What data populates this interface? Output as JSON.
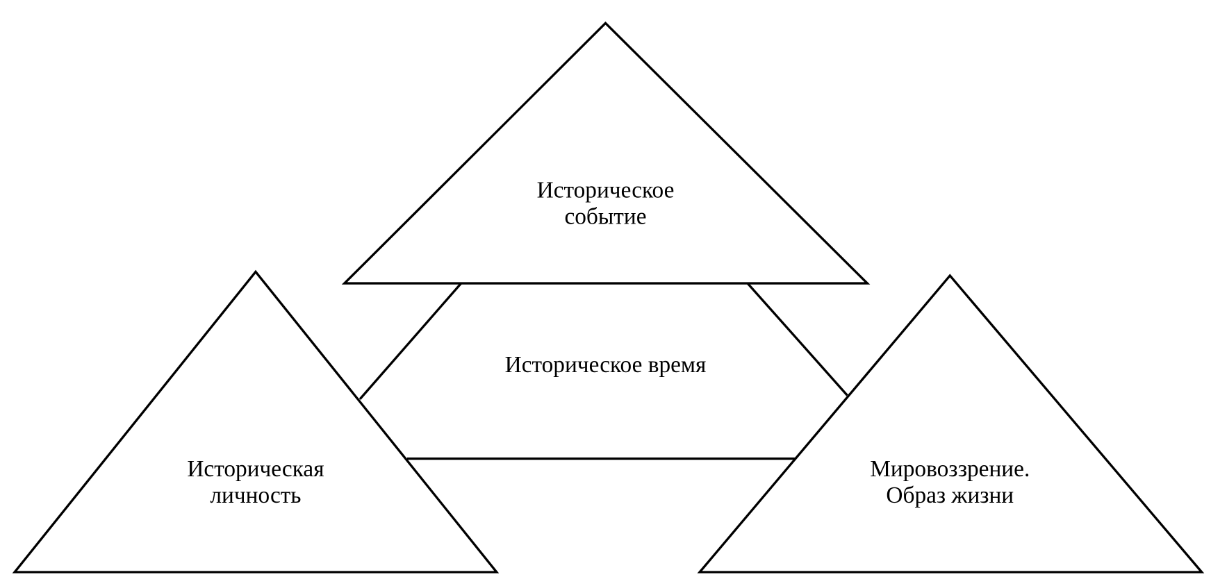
{
  "diagram": {
    "top": {
      "line1": "Историческое",
      "line2": "событие"
    },
    "center": {
      "label": "Историческое время"
    },
    "left": {
      "line1": "Историческая",
      "line2": "личность"
    },
    "right": {
      "line1": "Мировоззрение.",
      "line2": "Образ жизни"
    }
  },
  "colors": {
    "stroke": "#000000",
    "background": "#ffffff"
  }
}
